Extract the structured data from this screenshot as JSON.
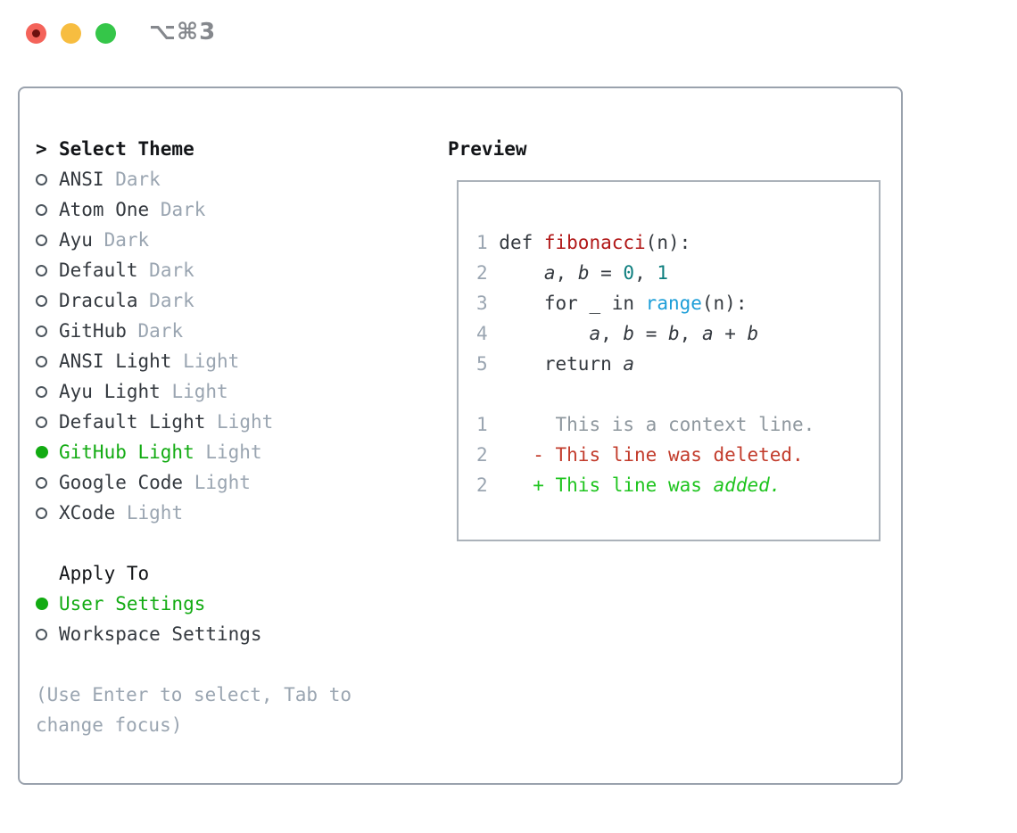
{
  "window": {
    "title_shortcut": "⌥⌘3",
    "traffic_lights": [
      "close",
      "minimize",
      "zoom"
    ]
  },
  "colors": {
    "text_dark": "#34393f",
    "text_black": "#131518",
    "text_muted": "#9aa5b1",
    "selection_green": "#12ab12",
    "diff_added_green": "#1ec41e",
    "diff_deleted_red": "#c23b2b",
    "function_red": "#b11717",
    "number_teal": "#0d7e7e",
    "builtin_blue": "#1d9ed8",
    "context_gray": "#8e979e",
    "panel_border": "#9aa2ad",
    "preview_border": "#abb2ba",
    "traffic_red": "#f4635a",
    "traffic_yellow": "#f7bd40",
    "traffic_green": "#35c649"
  },
  "dialog": {
    "theme_section": {
      "cursor": ">",
      "header": "Select Theme",
      "items": [
        {
          "name": "ANSI",
          "variant": "Dark",
          "selected": false
        },
        {
          "name": "Atom One",
          "variant": "Dark",
          "selected": false
        },
        {
          "name": "Ayu",
          "variant": "Dark",
          "selected": false
        },
        {
          "name": "Default",
          "variant": "Dark",
          "selected": false
        },
        {
          "name": "Dracula",
          "variant": "Dark",
          "selected": false
        },
        {
          "name": "GitHub",
          "variant": "Dark",
          "selected": false
        },
        {
          "name": "ANSI Light",
          "variant": "Light",
          "selected": false
        },
        {
          "name": "Ayu Light",
          "variant": "Light",
          "selected": false
        },
        {
          "name": "Default Light",
          "variant": "Light",
          "selected": false
        },
        {
          "name": "GitHub Light",
          "variant": "Light",
          "selected": true
        },
        {
          "name": "Google Code",
          "variant": "Light",
          "selected": false
        },
        {
          "name": "XCode",
          "variant": "Light",
          "selected": false
        }
      ]
    },
    "apply_section": {
      "header": "Apply To",
      "items": [
        {
          "label": "User Settings",
          "selected": true
        },
        {
          "label": "Workspace Settings",
          "selected": false
        }
      ]
    },
    "hint_lines": [
      "(Use Enter to select, Tab to",
      "change focus)"
    ]
  },
  "preview": {
    "header": "Preview",
    "rows": [
      {
        "num": "1",
        "tokens": [
          {
            "t": " def ",
            "c": "p"
          },
          {
            "t": "fibonacci",
            "c": "fn"
          },
          {
            "t": "(n):",
            "c": "p"
          }
        ]
      },
      {
        "num": "2",
        "tokens": [
          {
            "t": "     ",
            "c": "p"
          },
          {
            "t": "a",
            "c": "v"
          },
          {
            "t": ", ",
            "c": "p"
          },
          {
            "t": "b",
            "c": "v"
          },
          {
            "t": " = ",
            "c": "p"
          },
          {
            "t": "0",
            "c": "num"
          },
          {
            "t": ", ",
            "c": "p"
          },
          {
            "t": "1",
            "c": "num"
          }
        ]
      },
      {
        "num": "3",
        "tokens": [
          {
            "t": "     for _ in ",
            "c": "p"
          },
          {
            "t": "range",
            "c": "bi"
          },
          {
            "t": "(n):",
            "c": "p"
          }
        ]
      },
      {
        "num": "4",
        "tokens": [
          {
            "t": "         ",
            "c": "p"
          },
          {
            "t": "a",
            "c": "v"
          },
          {
            "t": ", ",
            "c": "p"
          },
          {
            "t": "b",
            "c": "v"
          },
          {
            "t": " = ",
            "c": "p"
          },
          {
            "t": "b",
            "c": "v"
          },
          {
            "t": ", ",
            "c": "p"
          },
          {
            "t": "a",
            "c": "v"
          },
          {
            "t": " + ",
            "c": "p"
          },
          {
            "t": "b",
            "c": "v"
          }
        ]
      },
      {
        "num": "5",
        "tokens": [
          {
            "t": "     return ",
            "c": "p"
          },
          {
            "t": "a",
            "c": "v"
          }
        ]
      },
      {
        "num": "",
        "tokens": []
      },
      {
        "num": "1",
        "tokens": [
          {
            "t": "      This is a context line.",
            "c": "ctx"
          }
        ]
      },
      {
        "num": "2",
        "tokens": [
          {
            "t": "    ",
            "c": "p"
          },
          {
            "t": "- This line was deleted.",
            "c": "del"
          }
        ]
      },
      {
        "num": "2",
        "tokens": [
          {
            "t": "    ",
            "c": "p"
          },
          {
            "t": "+ This line was ",
            "c": "add"
          },
          {
            "t": "added.",
            "c": "addw"
          }
        ]
      }
    ]
  }
}
